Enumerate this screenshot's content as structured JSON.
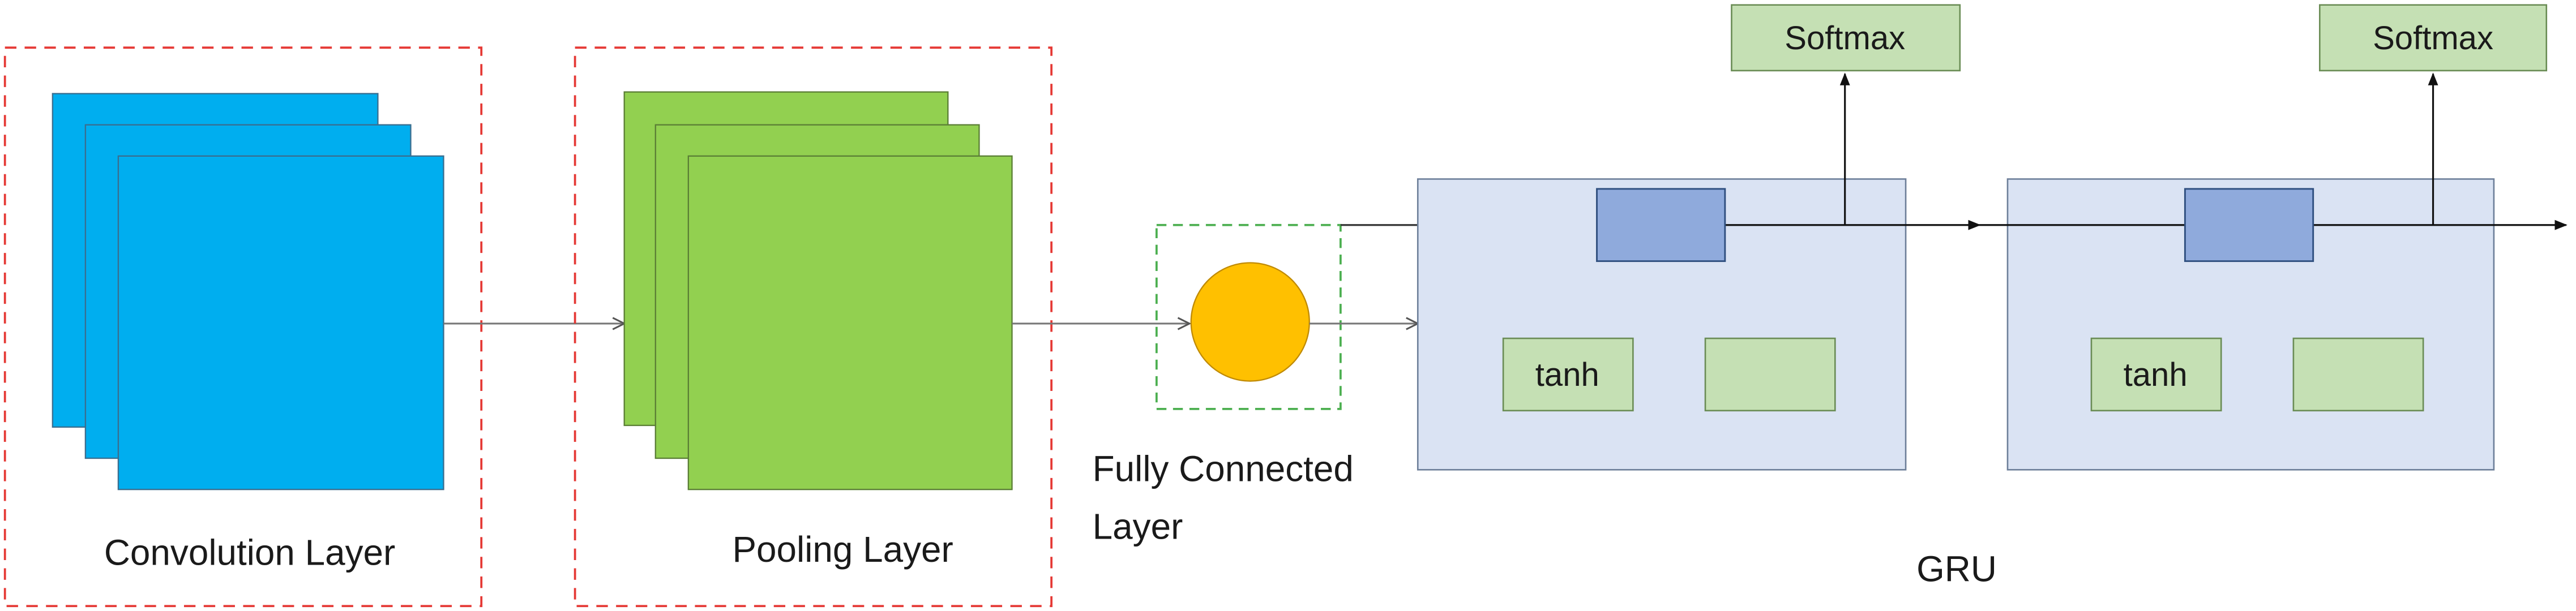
{
  "convolution": {
    "label": "Convolution Layer"
  },
  "pooling": {
    "label": "Pooling Layer"
  },
  "fully_connected": {
    "label_line1": "Fully Connected",
    "label_line2": "Layer"
  },
  "gru": {
    "label": "GRU",
    "cells": [
      {
        "softmax_label": "Softmax",
        "tanh_label": "tanh"
      },
      {
        "softmax_label": "Softmax",
        "tanh_label": "tanh"
      }
    ]
  },
  "colors": {
    "conv_fill": "#00AEEF",
    "pool_fill": "#92D050",
    "neuron_fill": "#FFC000",
    "gru_cell_fill": "#DAE3F3",
    "gate_fill": "#8FAADC",
    "green_box_fill": "#C5E0B4",
    "conv_pool_frame": "#E53935",
    "fc_frame": "#4CAF50"
  }
}
